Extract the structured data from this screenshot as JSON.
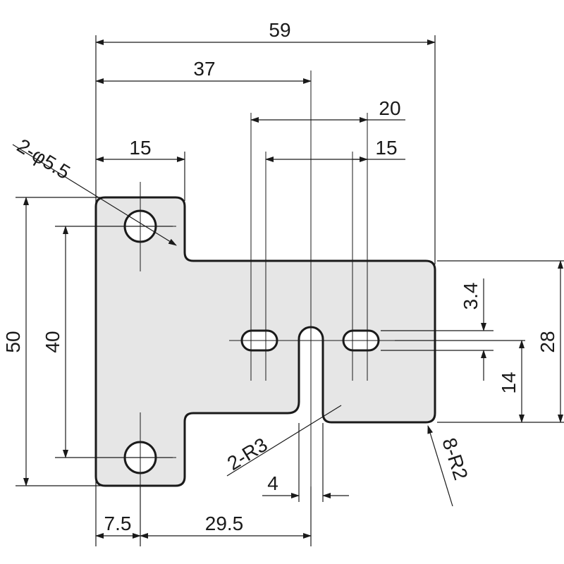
{
  "dimensions": {
    "overall_width": "59",
    "to_slot_center": "37",
    "slot_span_outer": "20",
    "slot_span_inner": "15",
    "flange_width": "15",
    "hole_callout": "2-φ5.5",
    "overall_height": "50",
    "hole_pitch": "40",
    "slot_offset": "3.4",
    "body_height": "28",
    "slot_height": "14",
    "slot_radius": "2-R3",
    "slot_width": "4",
    "corner_radius": "8-R2",
    "hole_edge": "7.5",
    "hole_to_slot": "29.5"
  }
}
